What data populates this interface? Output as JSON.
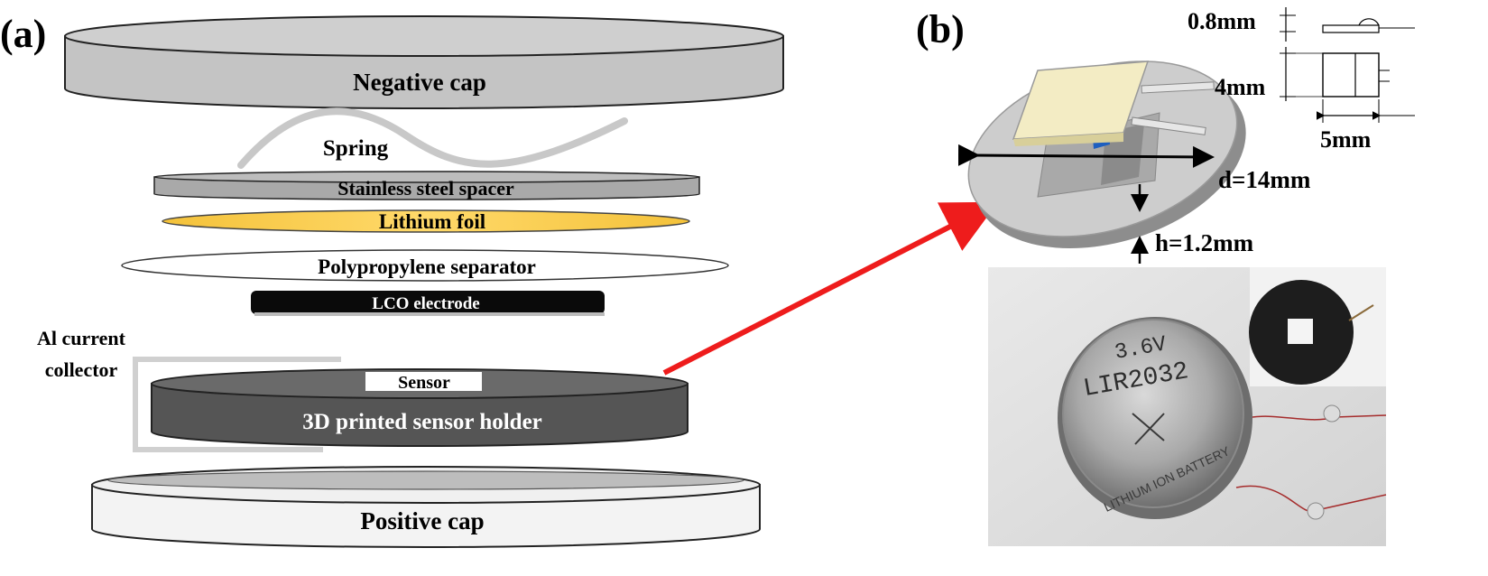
{
  "panel_a": {
    "label": "(a)",
    "negative_cap": "Negative cap",
    "spring": "Spring",
    "spacer": "Stainless steel spacer",
    "lithium_foil": "Lithium foil",
    "separator": "Polypropylene separator",
    "lco_electrode": "LCO electrode",
    "al_collector_line1": "Al current",
    "al_collector_line2": "collector",
    "sensor": "Sensor",
    "holder": "3D printed sensor holder",
    "positive_cap": "Positive cap"
  },
  "panel_b": {
    "label": "(b)",
    "dim_thickness": "0.8mm",
    "dim_width": "4mm",
    "dim_length": "5mm",
    "dim_diameter": "d=14mm",
    "dim_height": "h=1.2mm",
    "cell_voltage": "3.6V",
    "cell_model": "LIR2032",
    "cell_text": "LITHIUM ION BATTERY"
  },
  "colors": {
    "cap_gray": "#c4c4c4",
    "holder_dark": "#555555",
    "lithium_yellow": "#f5c842",
    "arrow_red": "#ee1c1c",
    "sensor_chip": "#f3ecc4",
    "lco_black": "#0a0a0a"
  }
}
